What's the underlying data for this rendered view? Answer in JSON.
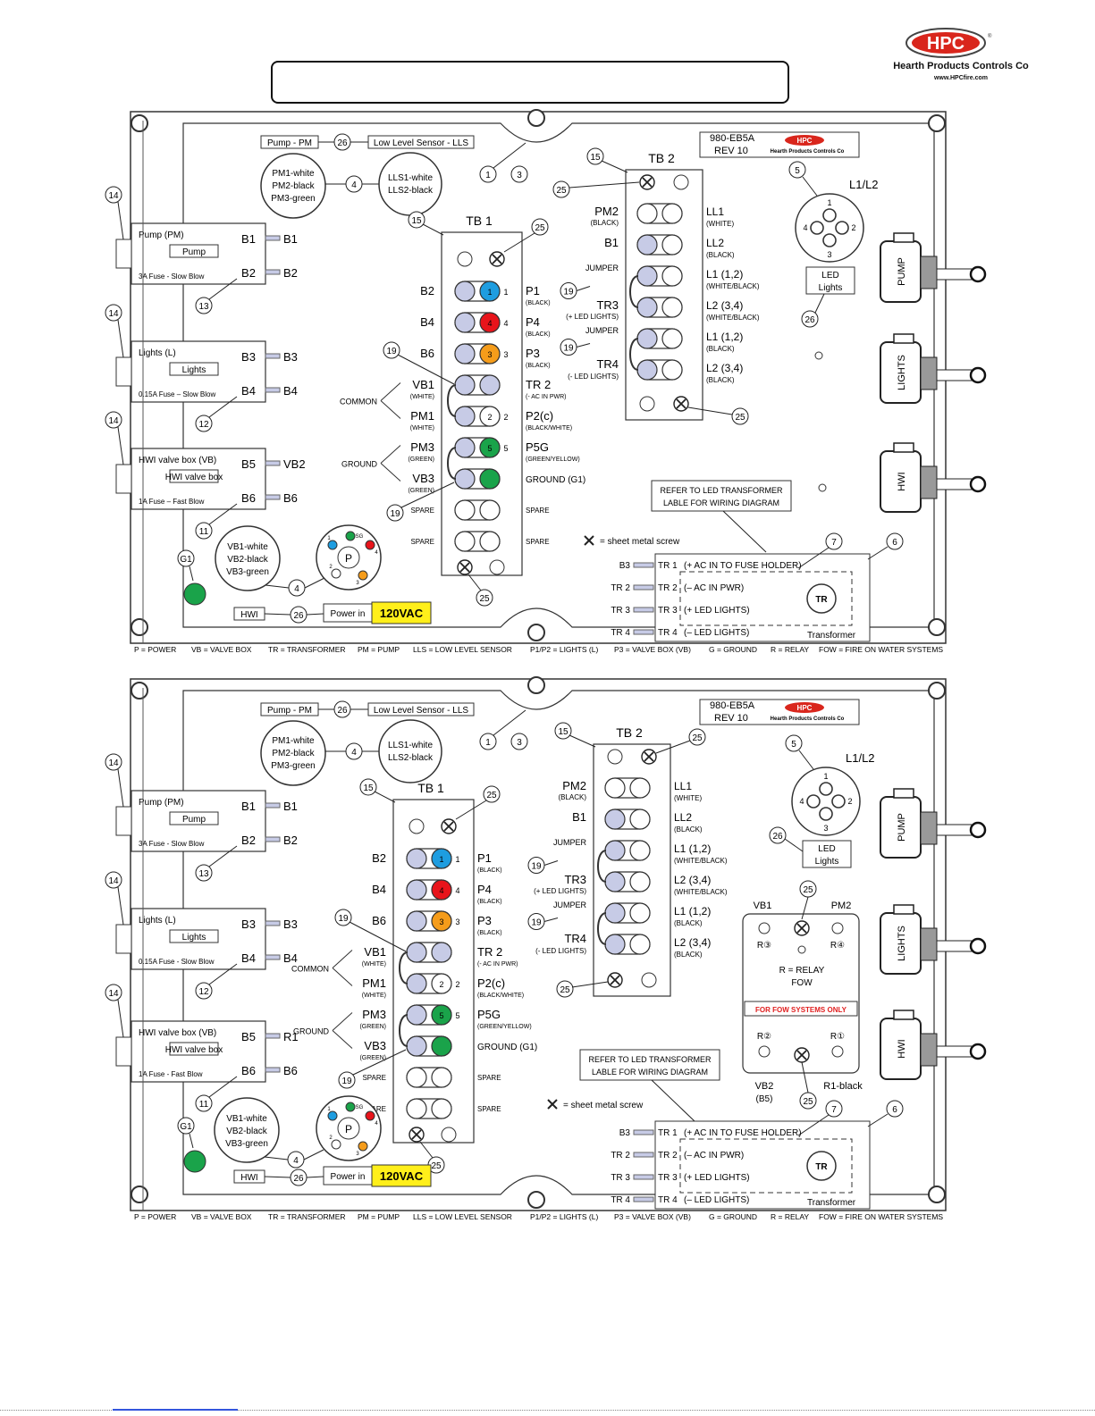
{
  "header": {
    "brand_logo_text": "HPC",
    "brand_name": "Hearth Products Controls Co",
    "brand_url": "www.HPCfire.com"
  },
  "panels": [
    {
      "model": "980-EB5A",
      "rev": "REV 10",
      "badge_logo": "HPC",
      "badge_name": "Hearth Products Controls Co",
      "pump_label": "Pump - PM",
      "lls_label": "Low Level Sensor - LLS",
      "pm_circle": [
        "PM1-white",
        "PM2-black",
        "PM3-green"
      ],
      "lls_circle": [
        "LLS1-white",
        "LLS2-black"
      ],
      "vb_circle": [
        "VB1-white",
        "VB2-black",
        "VB3-green"
      ],
      "fuses": [
        {
          "title": "Pump (PM)",
          "inner": "Pump",
          "fuse": "3A Fuse - Slow Blow",
          "t1": "B1",
          "t2": "B2",
          "o1": "B1",
          "o2": "B2",
          "callout": "13",
          "side": "14"
        },
        {
          "title": "Lights (L)",
          "inner": "Lights",
          "fuse": "0.15A Fuse – Slow Blow",
          "t1": "B3",
          "t2": "B4",
          "o1": "B3",
          "o2": "B4",
          "callout": "12",
          "side": "14"
        },
        {
          "title": "HWI valve box (VB)",
          "inner": "HWI valve box",
          "fuse": "1A Fuse – Fast Blow",
          "t1": "B5",
          "t2": "B6",
          "o1": "VB2",
          "o2": "B6",
          "callout": "11",
          "side": "14"
        }
      ],
      "tb1_title": "TB 1",
      "tb1_left": [
        "B2",
        "B4",
        "B6",
        "VB1",
        "PM1",
        "PM3",
        "VB3",
        "SPARE",
        "SPARE"
      ],
      "tb1_left_sub": [
        "",
        "",
        "",
        "(WHITE)",
        "(WHITE)",
        "(GREEN)",
        "(GREEN)",
        "",
        ""
      ],
      "tb1_right": [
        "P1",
        "P4",
        "P3",
        "TR 2",
        "P2(c)",
        "P5G",
        "GROUND (G1)",
        "SPARE",
        "SPARE"
      ],
      "tb1_right_sub": [
        "(BLACK)",
        "(BLACK)",
        "(BLACK)",
        "(- AC IN PWR)",
        "(BLACK/WHITE)",
        "(GREEN/YELLOW)",
        "",
        "",
        ""
      ],
      "tb1_pin_nums": [
        "1",
        "4",
        "3",
        "",
        "2",
        "5",
        "",
        "",
        ""
      ],
      "common_label": "COMMON",
      "ground_label": "GROUND",
      "tb2_title": "TB 2",
      "tb2_left": [
        "PM2",
        "B1",
        "",
        "TR3",
        "",
        "TR4"
      ],
      "tb2_left_sub": [
        "(BLACK)",
        "",
        "",
        "(+ LED LIGHTS)",
        "",
        "(- LED LIGHTS)"
      ],
      "tb2_right": [
        "LL1",
        "LL2",
        "L1 (1,2)",
        "L2 (3,4)",
        "L1 (1,2)",
        "L2 (3,4)"
      ],
      "tb2_right_sub": [
        "(WHITE)",
        "(BLACK)",
        "(WHITE/BLACK)",
        "(WHITE/BLACK)",
        "(BLACK)",
        "(BLACK)"
      ],
      "jumper": "JUMPER",
      "l1l2_label": "L1/L2",
      "l1l2_pins": [
        "1",
        "2",
        "3",
        "4"
      ],
      "led_box": [
        "LED",
        "Lights"
      ],
      "connectors": [
        "PUMP",
        "LIGHTS",
        "HWI"
      ],
      "refer_box": [
        "REFER TO LED TRANSFORMER",
        "LABLE FOR WIRING DIAGRAM"
      ],
      "screw_legend": "= sheet metal screw",
      "tr_rows": [
        {
          "outer": "B3",
          "inner": "TR 1",
          "desc": "(+ AC IN  TO FUSE HOLDER)"
        },
        {
          "outer": "TR 2",
          "inner": "TR 2",
          "desc": "(– AC IN PWR)"
        },
        {
          "outer": "TR 3",
          "inner": "TR 3",
          "desc": "(+ LED LIGHTS)"
        },
        {
          "outer": "TR 4",
          "inner": "TR 4",
          "desc": "(– LED LIGHTS)"
        }
      ],
      "tr_circle": "TR",
      "transformer_label": "Transformer",
      "g1_label": "G1",
      "p_label": "P",
      "p_pins": [
        "1",
        "SG",
        "4",
        "2",
        "3"
      ],
      "hwi_label": "HWI",
      "power_in": "Power in",
      "voltage": "120VAC",
      "callouts": {
        "pmlls": "26",
        "pmc": "4",
        "c1": "1",
        "c3": "3",
        "tb2top": "15",
        "tb2screw": "25",
        "tb1top": "15",
        "tb1screw": "25",
        "l1l2": "5",
        "led": "26",
        "j19a": "19",
        "j19b": "19",
        "j19c": "19",
        "tb1j": "19",
        "tb1bot": "19",
        "tb1b25": "25",
        "tb2b25": "25",
        "t7": "7",
        "t6": "6",
        "vb4": "4",
        "hwi26": "26"
      },
      "legend": [
        "P = POWER",
        "VB = VALVE BOX",
        "TR = TRANSFORMER",
        "PM = PUMP",
        "LLS = LOW LEVEL SENSOR",
        "P1/P2 = LIGHTS (L)",
        "P3 = VALVE BOX (VB)",
        "G = GROUND",
        "R = RELAY",
        "FOW = FIRE ON WATER SYSTEMS"
      ],
      "fow": null
    },
    {
      "model": "980-EB5A",
      "rev": "REV 10",
      "badge_logo": "HPC",
      "badge_name": "Hearth Products Controls Co",
      "pump_label": "Pump - PM",
      "lls_label": "Low Level Sensor - LLS",
      "pm_circle": [
        "PM1-white",
        "PM2-black",
        "PM3-green"
      ],
      "lls_circle": [
        "LLS1-white",
        "LLS2-black"
      ],
      "vb_circle": [
        "VB1-white",
        "VB2-black",
        "VB3-green"
      ],
      "fuses": [
        {
          "title": "Pump (PM)",
          "inner": "Pump",
          "fuse": "3A Fuse -  Slow Blow",
          "t1": "B1",
          "t2": "B2",
          "o1": "B1",
          "o2": "B2",
          "callout": "13",
          "side": "14"
        },
        {
          "title": "Lights (L)",
          "inner": "Lights",
          "fuse": "0.15A Fuse - Slow Blow",
          "t1": "B3",
          "t2": "B4",
          "o1": "B3",
          "o2": "B4",
          "callout": "12",
          "side": "14"
        },
        {
          "title": "HWI valve box (VB)",
          "inner": "HWI valve box",
          "fuse": "1A Fuse - Fast Blow",
          "t1": "B5",
          "t2": "B6",
          "o1": "R1",
          "o2": "B6",
          "callout": "11",
          "side": "14"
        }
      ],
      "tb1_title": "TB 1",
      "tb1_left": [
        "B2",
        "B4",
        "B6",
        "VB1",
        "PM1",
        "PM3",
        "VB3",
        "SPARE",
        "SPARE"
      ],
      "tb1_left_sub": [
        "",
        "",
        "",
        "(WHITE)",
        "(WHITE)",
        "(GREEN)",
        "(GREEN)",
        "",
        ""
      ],
      "tb1_right": [
        "P1",
        "P4",
        "P3",
        "TR 2",
        "P2(c)",
        "P5G",
        "GROUND (G1)",
        "SPARE",
        "SPARE"
      ],
      "tb1_right_sub": [
        "(BLACK)",
        "(BLACK)",
        "(BLACK)",
        "(- AC IN PWR)",
        "(BLACK/WHITE)",
        "(GREEN/YELLOW)",
        "",
        "",
        ""
      ],
      "tb1_pin_nums": [
        "1",
        "4",
        "3",
        "",
        "2",
        "5",
        "",
        "",
        ""
      ],
      "common_label": "COMMON",
      "ground_label": "GROUND",
      "tb2_title": "TB 2",
      "tb2_left": [
        "PM2",
        "B1",
        "",
        "TR3",
        "",
        "TR4"
      ],
      "tb2_left_sub": [
        "(BLACK)",
        "",
        "",
        "(+ LED LIGHTS)",
        "",
        "(- LED LIGHTS)"
      ],
      "tb2_right": [
        "LL1",
        "LL2",
        "L1 (1,2)",
        "L2 (3,4)",
        "L1 (1,2)",
        "L2 (3,4)"
      ],
      "tb2_right_sub": [
        "(WHITE)",
        "(BLACK)",
        "(WHITE/BLACK)",
        "(WHITE/BLACK)",
        "(BLACK)",
        "(BLACK)"
      ],
      "jumper": "JUMPER",
      "l1l2_label": "L1/L2",
      "l1l2_pins": [
        "1",
        "2",
        "3",
        "4"
      ],
      "led_box": [
        "LED",
        "Lights"
      ],
      "connectors": [
        "PUMP",
        "LIGHTS",
        "HWI"
      ],
      "refer_box": [
        "REFER TO LED TRANSFORMER",
        "LABLE FOR WIRING DIAGRAM"
      ],
      "screw_legend": "= sheet metal screw",
      "tr_rows": [
        {
          "outer": "B3",
          "inner": "TR 1",
          "desc": "(+ AC IN  TO FUSE HOLDER)"
        },
        {
          "outer": "TR 2",
          "inner": "TR 2",
          "desc": "(– AC IN PWR)"
        },
        {
          "outer": "TR 3",
          "inner": "TR 3",
          "desc": "(+ LED LIGHTS)"
        },
        {
          "outer": "TR 4",
          "inner": "TR 4",
          "desc": "(– LED LIGHTS)"
        }
      ],
      "tr_circle": "TR",
      "transformer_label": "Transformer",
      "g1_label": "G1",
      "p_label": "P",
      "p_pins": [
        "1",
        "SG",
        "4",
        "2",
        "3"
      ],
      "hwi_label": "HWI",
      "power_in": "Power in",
      "voltage": "120VAC",
      "callouts": {
        "pmlls": "26",
        "pmc": "4",
        "c1": "1",
        "c3": "3",
        "tb2top": "15",
        "tb2screw": "25",
        "tb1top": "15",
        "tb1screw": "25",
        "l1l2": "5",
        "led": "26",
        "j19a": "19",
        "j19b": "19",
        "j19c": "19",
        "tb1j": "19",
        "tb1bot": "19",
        "tb1b25": "25",
        "tb2b25": "25",
        "t7": "7",
        "t6": "6",
        "vb4": "4",
        "hwi26": "26"
      },
      "legend": [
        "P = POWER",
        "VB = VALVE BOX",
        "TR = TRANSFORMER",
        "PM = PUMP",
        "LLS = LOW LEVEL SENSOR",
        "P1/P2 = LIGHTS (L)",
        "P3 = VALVE BOX (VB)",
        "G = GROUND",
        "R = RELAY",
        "FOW = FIRE ON WATER SYSTEMS"
      ],
      "fow": {
        "vb1": "VB1",
        "pm2": "PM2",
        "r3": "R③",
        "r4": "R④",
        "r2": "R②",
        "r1": "R①",
        "relay": "R = RELAY",
        "fow": "FOW",
        "only": "FOR FOW SYSTEMS ONLY",
        "vb2": "VB2",
        "b5": "(B5)",
        "r1black": "R1-black",
        "c25a": "25",
        "c25b": "25"
      }
    }
  ],
  "colors": {
    "blue": "#1e9de0",
    "red": "#e8141b",
    "orange": "#f59c1a",
    "green": "#1aa34a",
    "pin": "#c7cbe6",
    "hpc_red": "#d9261c",
    "yellow": "#ffef1a"
  }
}
